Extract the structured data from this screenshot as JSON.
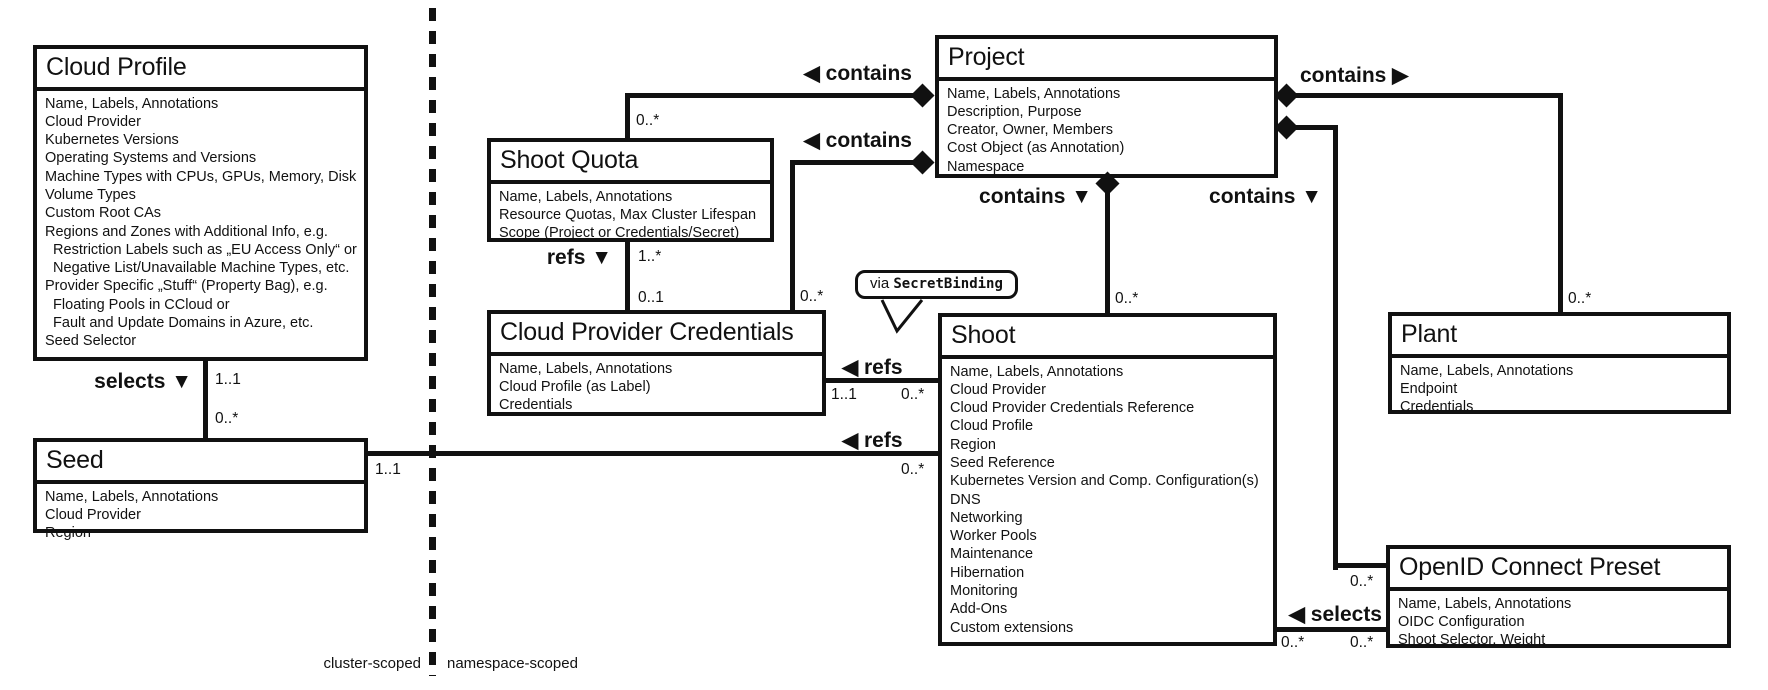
{
  "diagram": {
    "scope_labels": {
      "left": "cluster-scoped",
      "right": "namespace-scoped"
    },
    "callout": {
      "prefix": "via ",
      "code": "SecretBinding"
    },
    "entities": {
      "cloud_profile": {
        "title": "Cloud Profile",
        "attributes": [
          "Name, Labels, Annotations",
          "Cloud Provider",
          "Kubernetes Versions",
          "Operating Systems and Versions",
          "Machine Types with CPUs, GPUs, Memory, Disk",
          "Volume Types",
          "Custom Root CAs",
          "Regions and Zones with Additional Info, e.g.",
          "  Restriction Labels such as „EU Access Only“ or",
          "  Negative List/Unavailable Machine Types, etc.",
          "Provider Specific „Stuff“ (Property Bag), e.g.",
          "  Floating Pools in CCloud or",
          "  Fault and Update Domains in Azure, etc.",
          "Seed Selector"
        ]
      },
      "seed": {
        "title": "Seed",
        "attributes": [
          "Name, Labels, Annotations",
          "Cloud Provider",
          "Region"
        ]
      },
      "shoot_quota": {
        "title": "Shoot Quota",
        "attributes": [
          "Name, Labels, Annotations",
          "Resource Quotas, Max Cluster Lifespan",
          "Scope (Project or Credentials/Secret)"
        ]
      },
      "cloud_provider_credentials": {
        "title": "Cloud Provider Credentials",
        "attributes": [
          "Name, Labels, Annotations",
          "Cloud Profile (as Label)",
          "Credentials"
        ]
      },
      "project": {
        "title": "Project",
        "attributes": [
          "Name, Labels, Annotations",
          "Description, Purpose",
          "Creator, Owner, Members",
          "Cost Object (as Annotation)",
          "Namespace"
        ]
      },
      "shoot": {
        "title": "Shoot",
        "attributes": [
          "Name, Labels, Annotations",
          "Cloud Provider",
          "Cloud Provider Credentials Reference",
          "Cloud Profile",
          "Region",
          "Seed Reference",
          "Kubernetes Version and Comp. Configuration(s)",
          "DNS",
          "Networking",
          "Worker Pools",
          "Maintenance",
          "Hibernation",
          "Monitoring",
          "Add-Ons",
          "Custom extensions"
        ]
      },
      "plant": {
        "title": "Plant",
        "attributes": [
          "Name, Labels, Annotations",
          "Endpoint",
          "Credentials"
        ]
      },
      "openid_connect_preset": {
        "title": "OpenID Connect Preset",
        "attributes": [
          "Name, Labels, Annotations",
          "OIDC Configuration",
          "Shoot Selector, Weight"
        ]
      }
    },
    "relations": {
      "cloudprofile_selects_seed": {
        "label": "selects ▼",
        "mult_top": "1..1",
        "mult_bottom": "0..*"
      },
      "project_contains_shootquota": {
        "label": "◀ contains",
        "mult": "0..*"
      },
      "project_contains_credentials": {
        "label": "◀ contains",
        "mult": "0..*"
      },
      "project_contains_shoot": {
        "label": "contains ▼",
        "mult": "0..*"
      },
      "project_contains_plant": {
        "label": "contains ▶",
        "mult": "0..*"
      },
      "project_contains_oidc": {
        "label": "contains ▼",
        "mult": "0..*"
      },
      "shootquota_refs_credentials": {
        "label": "refs ▼",
        "mult_top": "1..*",
        "mult_bottom": "0..1"
      },
      "shoot_refs_credentials": {
        "label": "◀ refs",
        "mult_left": "1..1",
        "mult_right": "0..*"
      },
      "shoot_refs_seed": {
        "label": "◀ refs",
        "mult_left": "1..1",
        "mult_right": "0..*"
      },
      "shoot_selects_oidc": {
        "label": "◀ selects",
        "mult_left": "0..*",
        "mult_right": "0..*"
      }
    }
  },
  "colors": {
    "ink": "#111111",
    "background": "#ffffff"
  }
}
